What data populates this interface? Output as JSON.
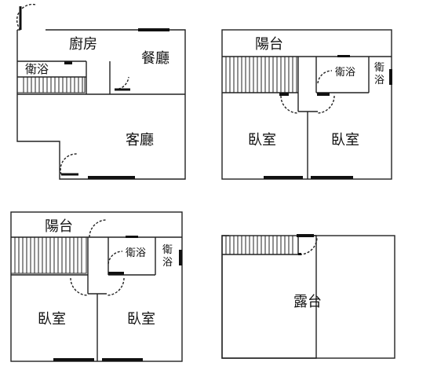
{
  "plans": {
    "floor_1": {
      "kitchen": "廚房",
      "dining": "餐廳",
      "bath": "衛浴",
      "living": "客廳"
    },
    "floor_2": {
      "balcony": "陽台",
      "bath_a": "衛浴",
      "bath_b": "衛浴",
      "bedroom_left": "臥室",
      "bedroom_right": "臥室"
    },
    "floor_3": {
      "balcony": "陽台",
      "bath_a": "衛浴",
      "bath_b": "衛浴",
      "bedroom_left": "臥室",
      "bedroom_right": "臥室"
    },
    "floor_4": {
      "terrace": "露台"
    }
  }
}
